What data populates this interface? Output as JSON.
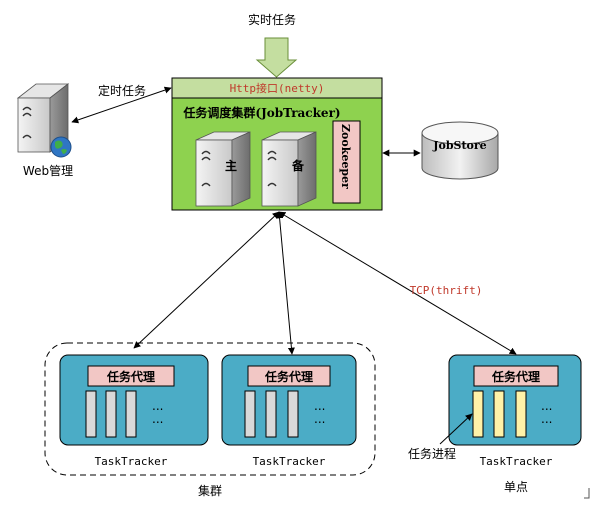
{
  "labels": {
    "realtime_task": "实时任务",
    "scheduled_task": "定时任务",
    "web_manage": "Web管理",
    "http_interface": "Http接口(netty)",
    "cluster_title": "任务调度集群(JobTracker)",
    "master": "主",
    "backup": "备",
    "zookeeper": "Zookeeper",
    "jobstore": "JobStore",
    "tcp": "TCP(thrift)",
    "task_agent": "任务代理",
    "ellipsis": "...",
    "tasktracker": "TaskTracker",
    "task_process": "任务进程",
    "cluster": "集群",
    "single": "单点"
  },
  "colors": {
    "green": "#8ed24f",
    "header_green": "#c4dea0",
    "teal": "#4bacc6",
    "pink": "#f2c7c5",
    "gray_bar": "#d9d9d9",
    "yellow_bar": "#fff2a8",
    "tcp_red": "#c0392b",
    "http_red": "#c0392b"
  }
}
